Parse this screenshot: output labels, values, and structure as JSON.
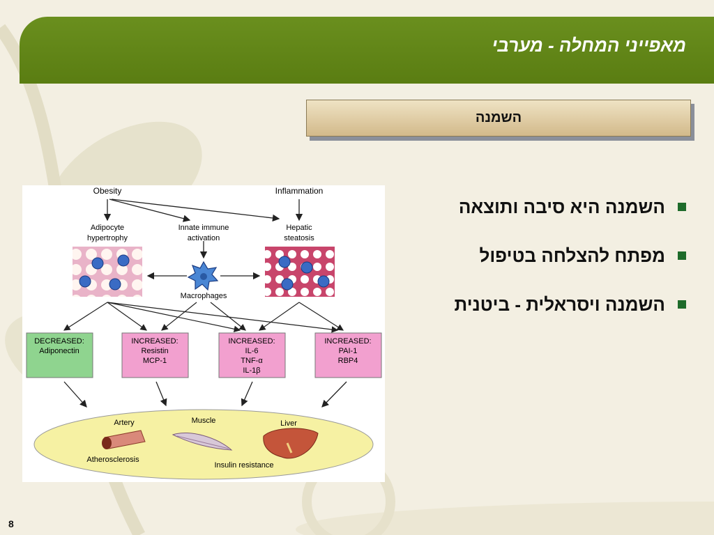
{
  "slide": {
    "title": "מאפייני המחלה - מערבי",
    "subtitle": "השמנה",
    "bullets": [
      "השמנה היא סיבה ותוצאה",
      "מפתח להצלחה בטיפול",
      "השמנה ויסראלית - ביטנית"
    ],
    "page_number": "8"
  },
  "figure": {
    "top_labels": {
      "obesity": "Obesity",
      "inflammation": "Inflammation"
    },
    "middle_labels": {
      "adipocyte_1": "Adipocyte",
      "adipocyte_2": "hypertrophy",
      "innate_1": "Innate immune",
      "innate_2": "activation",
      "hepatic_1": "Hepatic",
      "hepatic_2": "steatosis",
      "macrophages": "Macrophages"
    },
    "boxes": [
      {
        "header": "DECREASED:",
        "lines": [
          "Adiponectin"
        ]
      },
      {
        "header": "INCREASED:",
        "lines": [
          "Resistin",
          "MCP-1"
        ]
      },
      {
        "header": "INCREASED:",
        "lines": [
          "IL-6",
          "TNF-α",
          "IL-1β"
        ]
      },
      {
        "header": "INCREASED:",
        "lines": [
          "PAI-1",
          "RBP4"
        ]
      }
    ],
    "organs": {
      "artery": "Artery",
      "muscle": "Muscle",
      "liver": "Liver",
      "atherosclerosis": "Atherosclerosis",
      "insulin_resistance": "Insulin resistance"
    }
  },
  "colors": {
    "title_bar": "#5f8417",
    "decreased_box": "#8fd48f",
    "increased_box": "#f2a0cf",
    "ellipse": "#f6f1a3",
    "bullet": "#1e6b2a"
  }
}
